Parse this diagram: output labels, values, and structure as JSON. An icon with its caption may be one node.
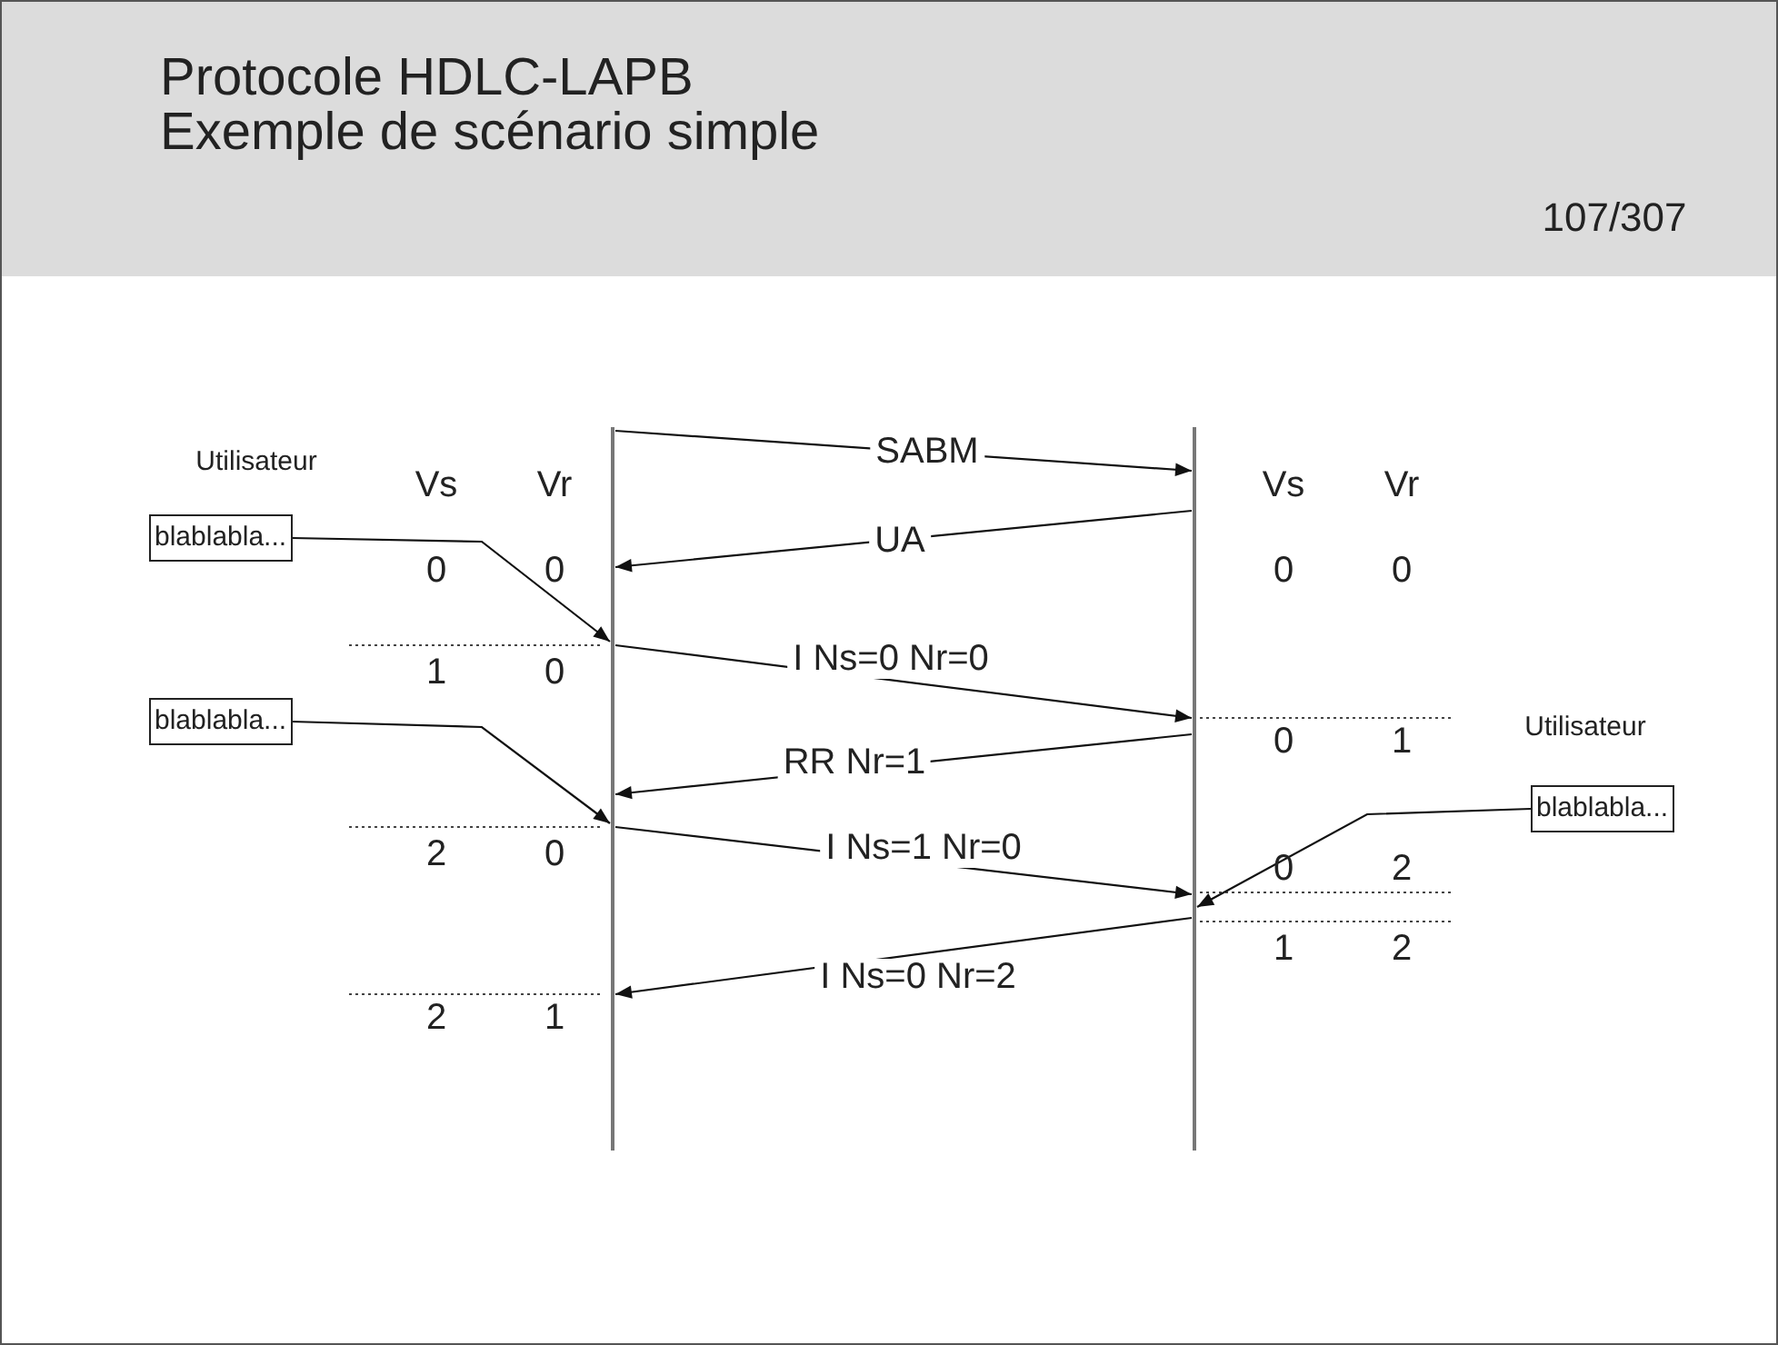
{
  "diagram": {
    "title": "Protocole HDLC-LAPB Exemple de scénario simple",
    "nodes": [
      {
        "text": [],
        "shape": "bar"
      },
      {
        "text": [],
        "shape": "bar"
      },
      {
        "text": [
          "blablabla..."
        ]
      },
      {
        "text": [
          "blablabla..."
        ]
      },
      {
        "text": [
          "blablabla..."
        ]
      }
    ],
    "edges": [
      {
        "from": 0,
        "to": 1,
        "arrow": "to",
        "label": "SABM"
      },
      {
        "from": 1,
        "to": 0,
        "arrow": "to",
        "label": "UA"
      },
      {
        "from": 2,
        "to": 0,
        "arrow": "to"
      },
      {
        "from": 0,
        "to": 1,
        "arrow": "to",
        "label": "I Ns=0 Nr=0"
      },
      {
        "from": 1,
        "to": 0,
        "arrow": "to",
        "label": "RR Nr=1"
      },
      {
        "from": 3,
        "to": 0,
        "arrow": "to"
      },
      {
        "from": 0,
        "to": 1,
        "arrow": "to",
        "label": "I Ns=1 Nr=0"
      },
      {
        "from": 4,
        "to": 1,
        "arrow": "to"
      },
      {
        "from": 1,
        "to": 0,
        "arrow": "to",
        "label": "I Ns=0 Nr=2"
      }
    ],
    "labels": [
      "107/307",
      "Vs",
      "Vr",
      "Vs",
      "Vr",
      "Utilisateur",
      "0",
      "0",
      "0",
      "0",
      "1",
      "0",
      "0",
      "1",
      "Utilisateur",
      "2",
      "0",
      "0",
      "2",
      "1",
      "2",
      "2",
      "1"
    ]
  }
}
